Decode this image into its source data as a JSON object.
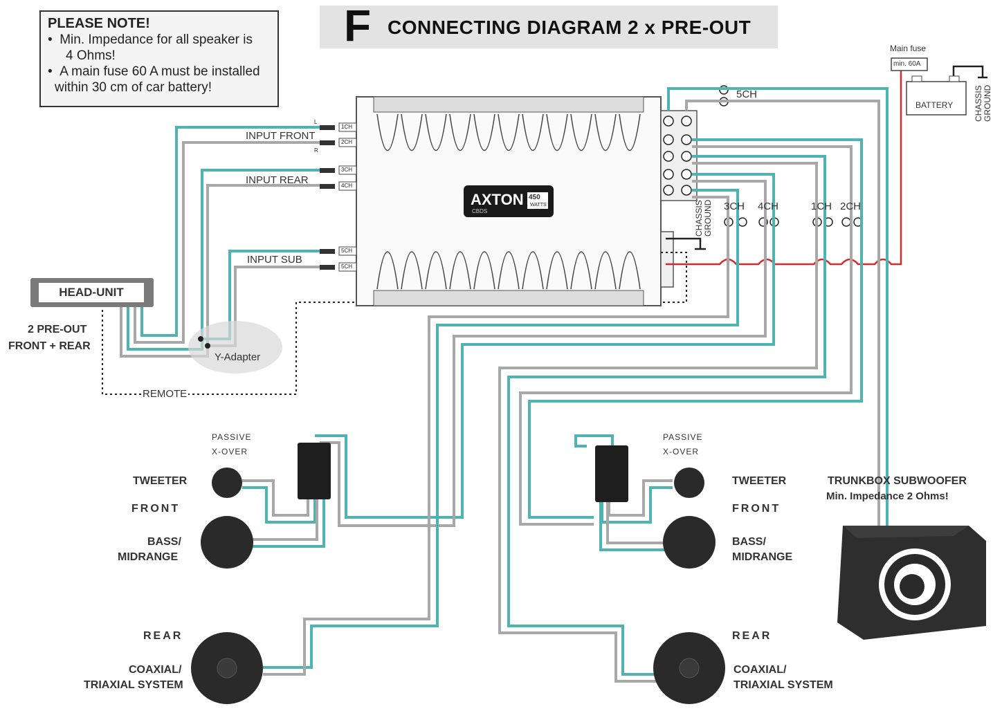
{
  "title": {
    "letter": "F",
    "text": "CONNECTING DIAGRAM 2 x PRE-OUT"
  },
  "note": {
    "heading": "PLEASE NOTE!",
    "bullet1_a": "Min. Impedance for all speaker is",
    "bullet1_b": "4    Ohms!",
    "bullet2_a": "A main fuse 60 A must be installed",
    "bullet2_b": "within 30 cm of car battery!"
  },
  "amp": {
    "brand": "AXTON",
    "badge_top": "450",
    "badge_bottom": "WATTS",
    "sub_brand": "CBDS"
  },
  "inputs": {
    "front": "INPUT FRONT",
    "rear": "INPUT REAR",
    "sub": "INPUT SUB",
    "ch1": "1CH",
    "ch2": "2CH",
    "ch3": "3CH",
    "ch4": "4CH",
    "ch5a": "5CH",
    "ch5b": "5CH",
    "left": "L",
    "right": "R"
  },
  "outputs": {
    "ch5": "5CH",
    "ch3": "3CH",
    "ch4": "4CH",
    "ch1": "1CH",
    "ch2": "2CH",
    "chassis_ground": "CHASSIS GROUND",
    "chassis_ground_a": "CHASSIS",
    "chassis_ground_b": "GROUND"
  },
  "power": {
    "main_fuse": "Main fuse",
    "fuse_rating": "min. 60A",
    "battery": "BATTERY",
    "chassis_a": "CHASSIS",
    "chassis_b": "GROUND"
  },
  "head_unit": {
    "label": "HEAD-UNIT",
    "preout_a": "2 PRE-OUT",
    "preout_b": "FRONT + REAR",
    "y_adapter": "Y-Adapter",
    "remote": "REMOTE"
  },
  "speakers": {
    "passive_a": "PASSIVE",
    "passive_b": "X-OVER",
    "tweeter": "TWEETER",
    "front": "FRONT",
    "bass_a": "BASS/",
    "bass_b": "MIDRANGE",
    "rear": "REAR",
    "coax_a": "COAXIAL/",
    "coax_b": "TRIAXIAL SYSTEM",
    "sub_a": "TRUNKBOX SUBWOOFER",
    "sub_b": "Min. Impedance 2 Ohms!"
  },
  "colors": {
    "teal": "#4fb3b3",
    "gray": "#a8a8a8",
    "red": "#d42a2a",
    "dark": "#2a2a2a"
  }
}
